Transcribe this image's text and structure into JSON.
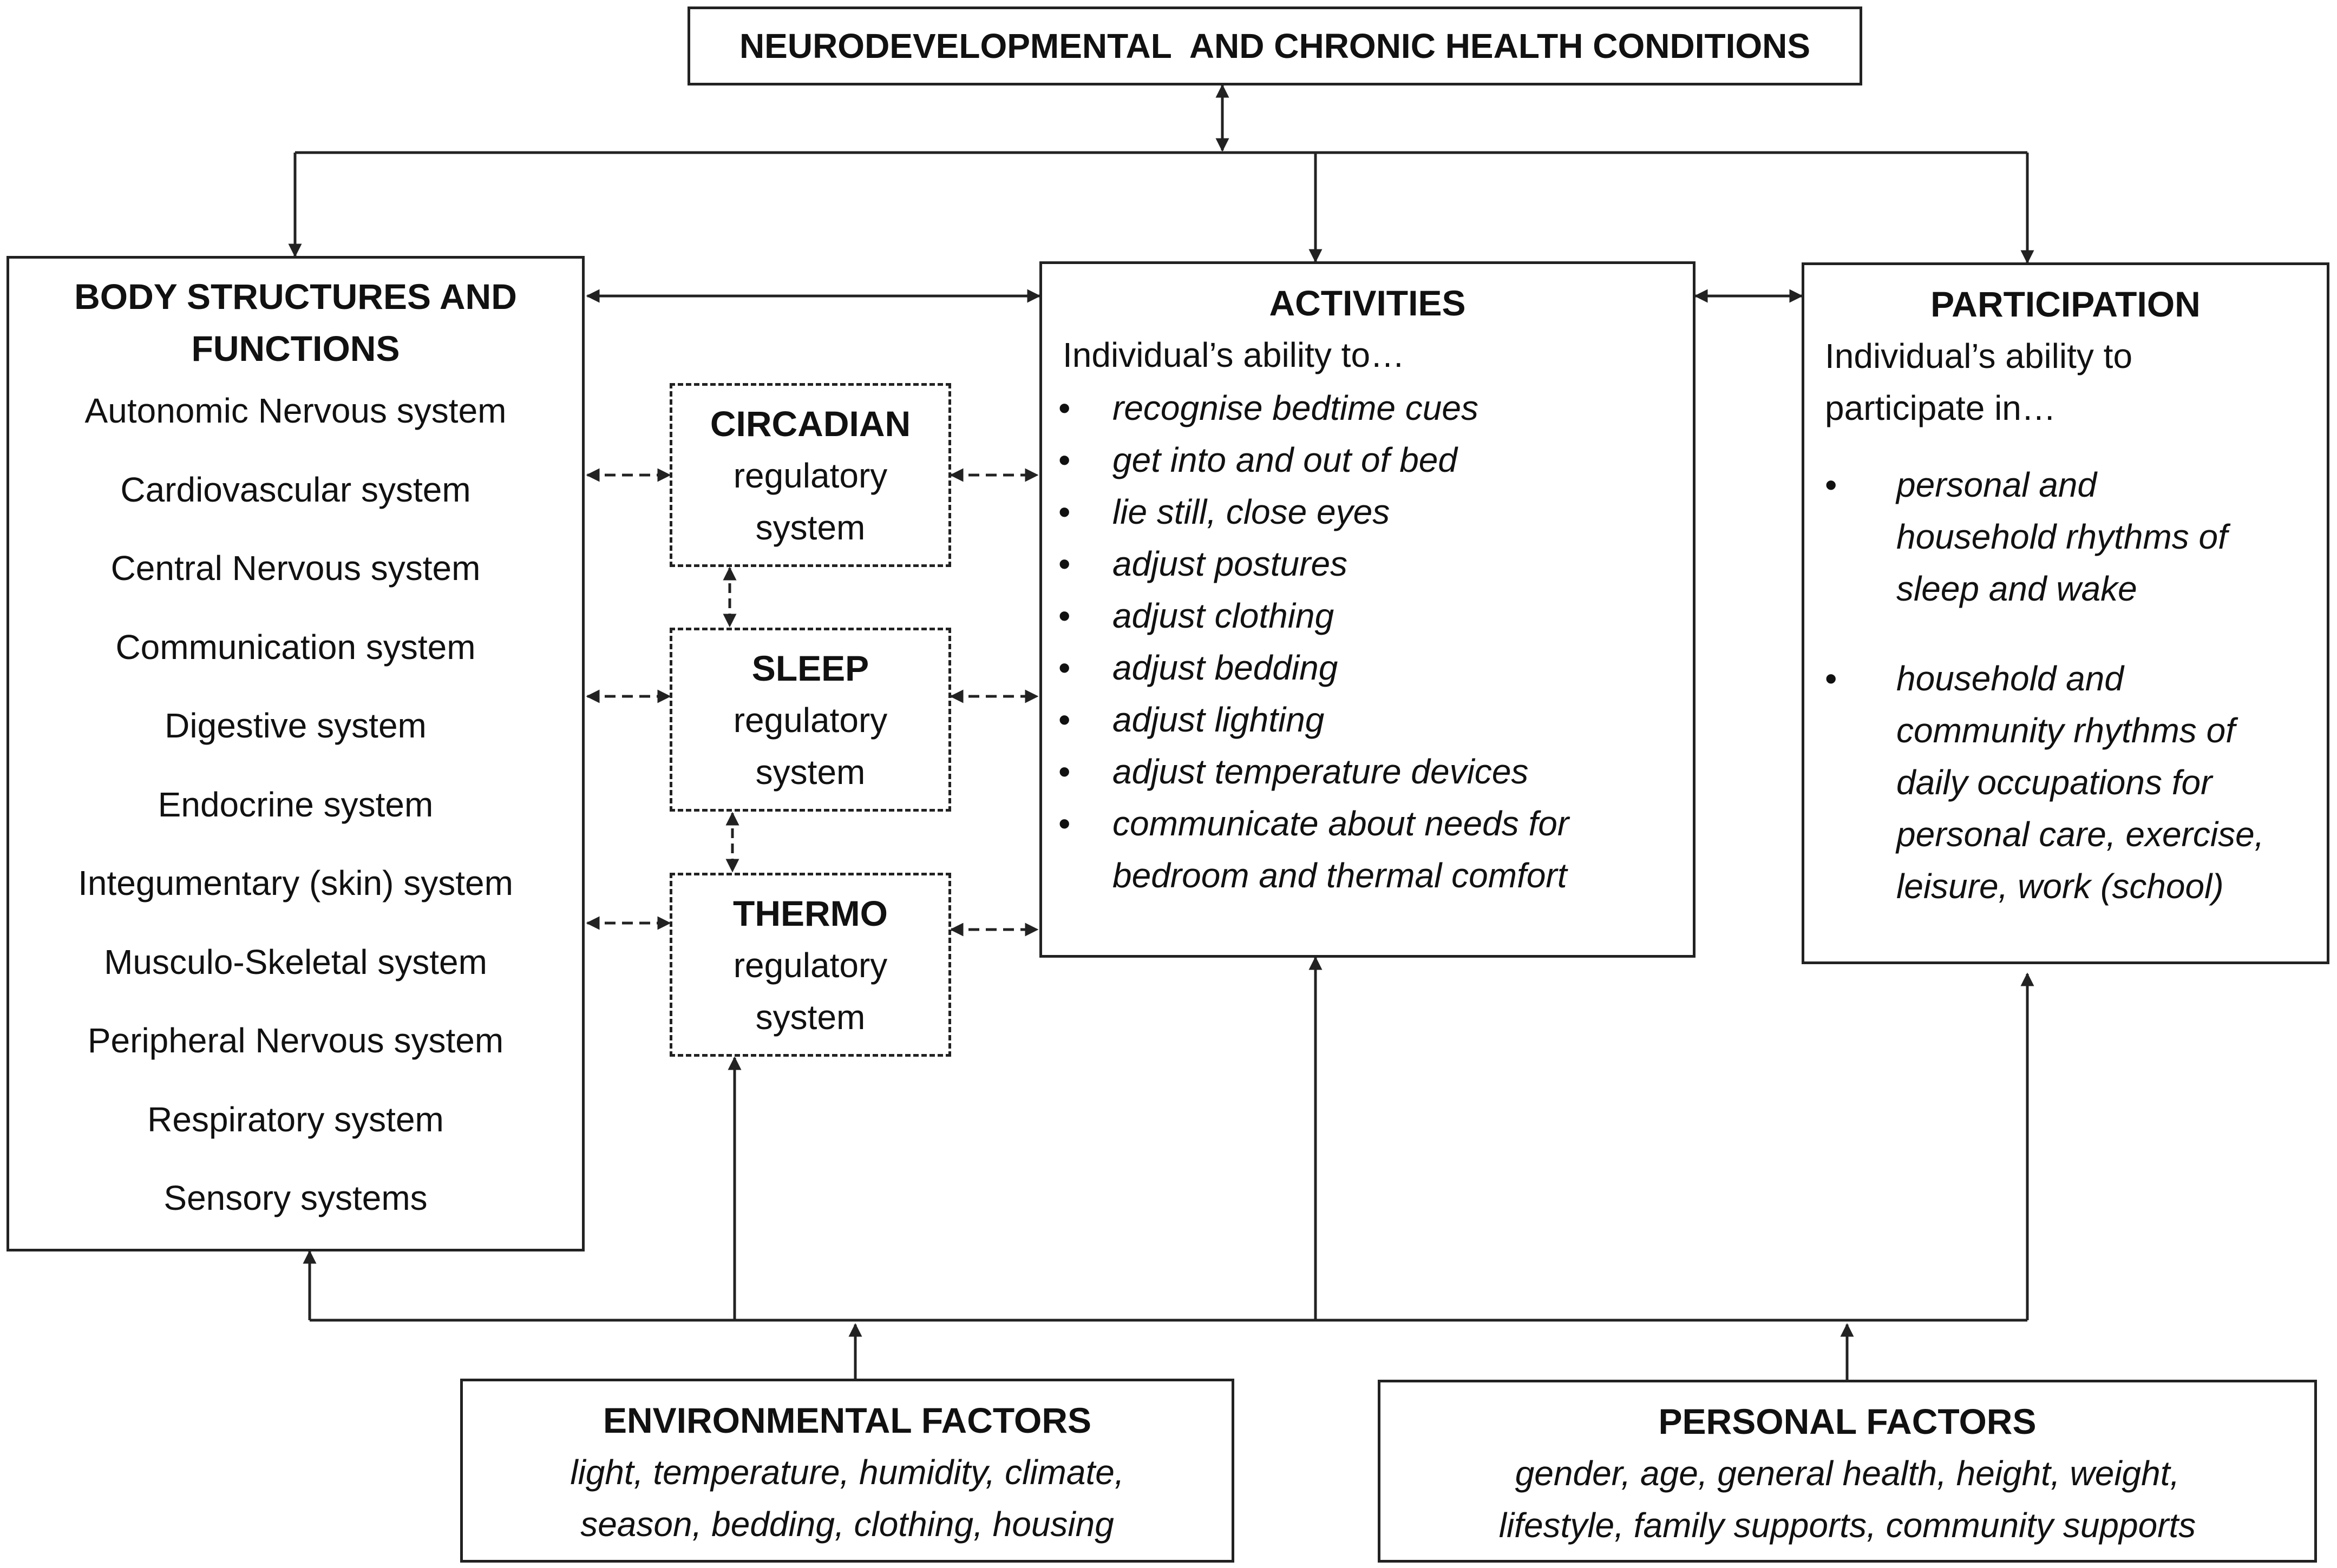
{
  "top": {
    "title": "NEURODEVELOPMENTAL  AND CHRONIC HEALTH CONDITIONS"
  },
  "body_structures": {
    "title_line1": "BODY STRUCTURES AND",
    "title_line2": "FUNCTIONS",
    "items": [
      "Autonomic Nervous system",
      "Cardiovascular system",
      "Central Nervous system",
      "Communication system",
      "Digestive system",
      "Endocrine system",
      "Integumentary (skin) system",
      "Musculo-Skeletal system",
      "Peripheral Nervous system",
      "Respiratory system",
      "Sensory systems"
    ]
  },
  "regulatory": [
    {
      "name": "CIRCADIAN",
      "line2": "regulatory",
      "line3": "system"
    },
    {
      "name": "SLEEP",
      "line2": "regulatory",
      "line3": "system"
    },
    {
      "name": "THERMO",
      "line2": "regulatory",
      "line3": "system"
    }
  ],
  "activities": {
    "title": "ACTIVITIES",
    "intro": "Individual’s ability to…",
    "bullet_glyph": "•",
    "items": [
      "recognise bedtime cues",
      "get into and out of bed",
      "lie still, close eyes",
      "adjust postures",
      "adjust clothing",
      "adjust bedding",
      "adjust lighting",
      "adjust temperature devices",
      "communicate about needs for",
      "bedroom and thermal comfort"
    ]
  },
  "participation": {
    "title": "PARTICIPATION",
    "intro_line1": "Individual’s ability to",
    "intro_line2": "participate in…",
    "bullet_glyph": "•",
    "bullet1": [
      "personal and",
      "household rhythms of",
      "sleep and wake"
    ],
    "bullet2": [
      "household and",
      "community rhythms of",
      "daily occupations for",
      "personal care, exercise,",
      "leisure, work (school)"
    ]
  },
  "environmental": {
    "title": "ENVIRONMENTAL FACTORS",
    "line1": "light, temperature, humidity, climate,",
    "line2": "season, bedding, clothing, housing"
  },
  "personal": {
    "title": "PERSONAL FACTORS",
    "line1": "gender, age, general health, height, weight,",
    "line2": "lifestyle, family supports, community supports"
  }
}
